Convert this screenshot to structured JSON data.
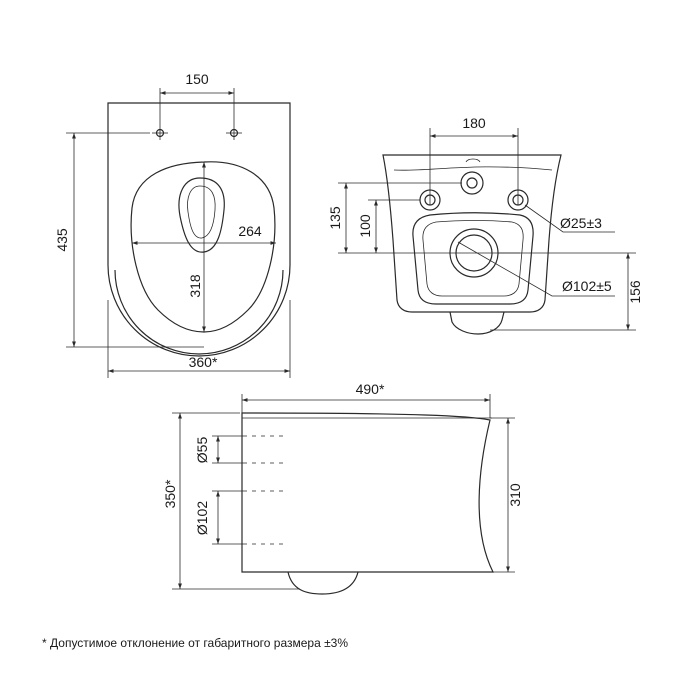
{
  "views": {
    "top": {
      "dim_bolt_spacing": "150",
      "dim_length": "435",
      "dim_inner_width": "264",
      "dim_inner_length": "318",
      "dim_width": "360*"
    },
    "rear": {
      "dim_bolt_spacing": "180",
      "dim_height_a": "135",
      "dim_height_b": "100",
      "dim_bolt_hole": "Ø25±3",
      "dim_outlet": "Ø102±5",
      "dim_outlet_height": "156"
    },
    "side": {
      "dim_length": "490*",
      "dim_total_height": "350*",
      "dim_inlet": "Ø55",
      "dim_outlet": "Ø102",
      "dim_height": "310"
    }
  },
  "footnote": "*  Допустимое отклонение от габаритного размера ±3%"
}
